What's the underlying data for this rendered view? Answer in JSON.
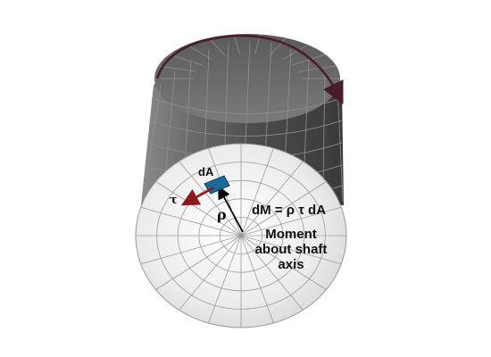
{
  "labels": {
    "area": "dA",
    "tau": "τ",
    "rho": "ρ",
    "equation": "dM = ρ τ dA",
    "moment_line1": "Moment",
    "moment_line2": "about shaft",
    "moment_line3": "axis"
  },
  "colors": {
    "shaft_side_light": "#bdbdbd",
    "shaft_side_dark": "#3e3e3e",
    "shaft_face_center": "#ffffff",
    "shaft_face_edge": "#c9c9c9",
    "mesh_lines": "#8f8f8f",
    "area_element": "#1b6a9c",
    "shear_arrow": "#8b1a1a",
    "rotation_arrow": "#4a1a2e",
    "radius_arrow": "#000000"
  },
  "icons": {
    "rotation": "curved-arrow-icon",
    "shear": "arrow-icon",
    "radius": "arrow-icon"
  }
}
